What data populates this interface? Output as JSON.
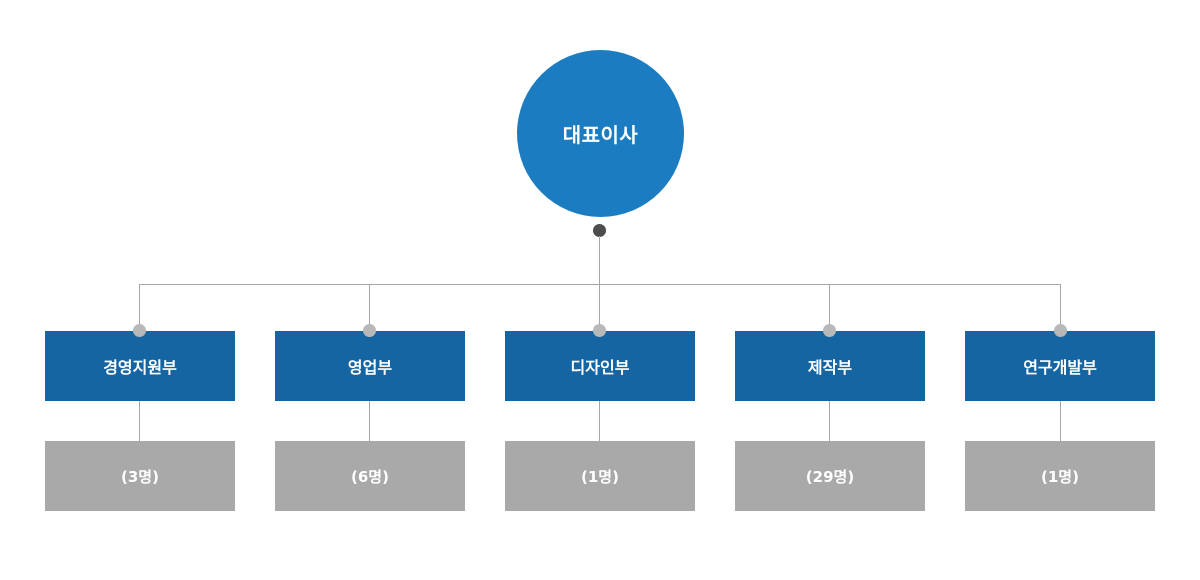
{
  "ceo": {
    "label": "대표이사"
  },
  "departments": [
    {
      "name": "경영지원부",
      "count": "(3명)"
    },
    {
      "name": "영업부",
      "count": "(6명)"
    },
    {
      "name": "디자인부",
      "count": "(1명)"
    },
    {
      "name": "제작부",
      "count": "(29명)"
    },
    {
      "name": "연구개발부",
      "count": "(1명)"
    }
  ],
  "colors": {
    "ceo_circle": "#1b7cc2",
    "department_box": "#1565a3",
    "count_box": "#a9a9a9",
    "connector_line": "#a6a6a6",
    "dot_dark": "#4d4d4d",
    "dot_light": "#b8b8b8"
  }
}
